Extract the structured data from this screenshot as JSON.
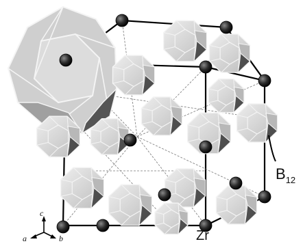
{
  "labels": {
    "b12": "B",
    "b12_sub": "12",
    "zr": "Zr"
  },
  "axes": {
    "a": "a",
    "b": "b",
    "c": "c"
  },
  "colors": {
    "face_light": "#e4e4e4",
    "face_mid": "#b8b8b8",
    "face_dark": "#3a3a3a",
    "edge": "#f4f4f4",
    "atom": "#1c1c1c",
    "line": "#000000"
  }
}
